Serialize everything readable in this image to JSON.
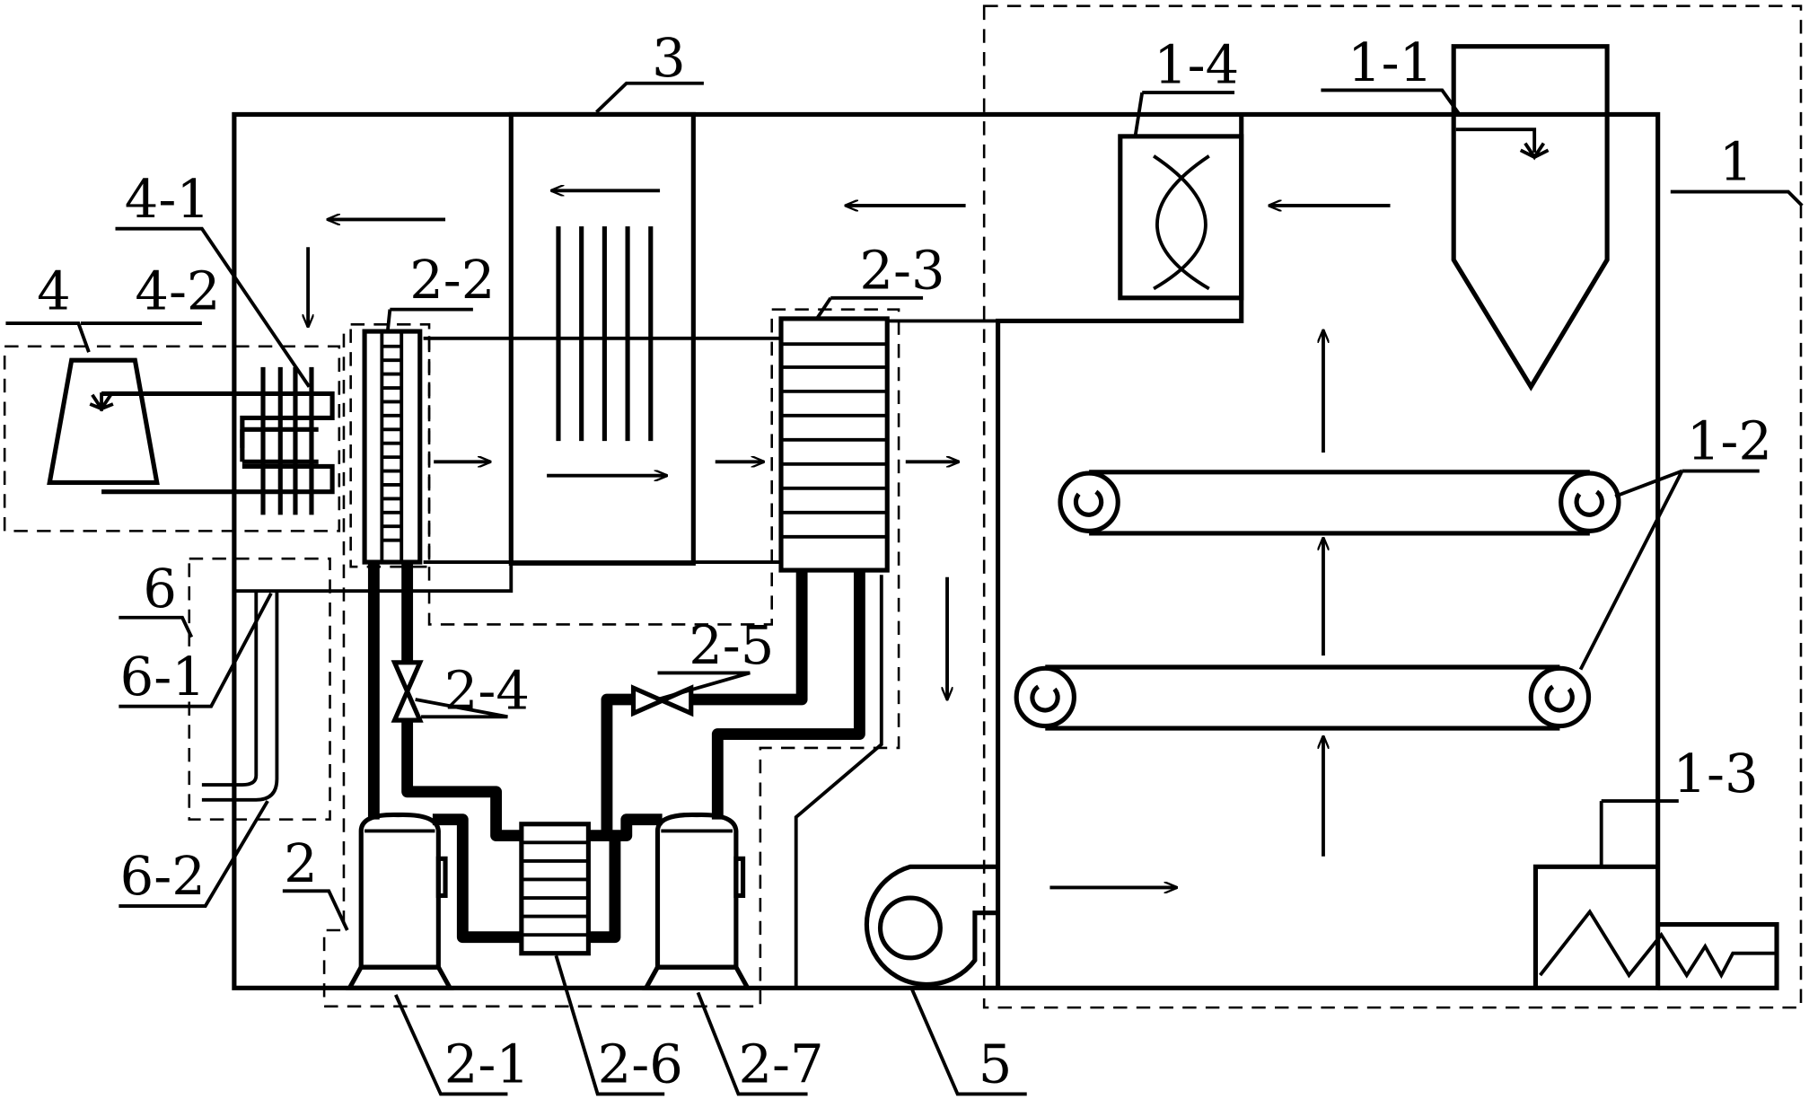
{
  "labels": {
    "l1": "1",
    "l1_1": "1-1",
    "l1_2": "1-2",
    "l1_3": "1-3",
    "l1_4": "1-4",
    "l2": "2",
    "l2_1": "2-1",
    "l2_2": "2-2",
    "l2_3": "2-3",
    "l2_4": "2-4",
    "l2_5": "2-5",
    "l2_6": "2-6",
    "l2_7": "2-7",
    "l3": "3",
    "l4": "4",
    "l4_1": "4-1",
    "l4_2": "4-2",
    "l5": "5",
    "l6": "6",
    "l6_1": "6-1",
    "l6_2": "6-2"
  },
  "colors": {
    "line": "#000000",
    "background": "#ffffff"
  }
}
